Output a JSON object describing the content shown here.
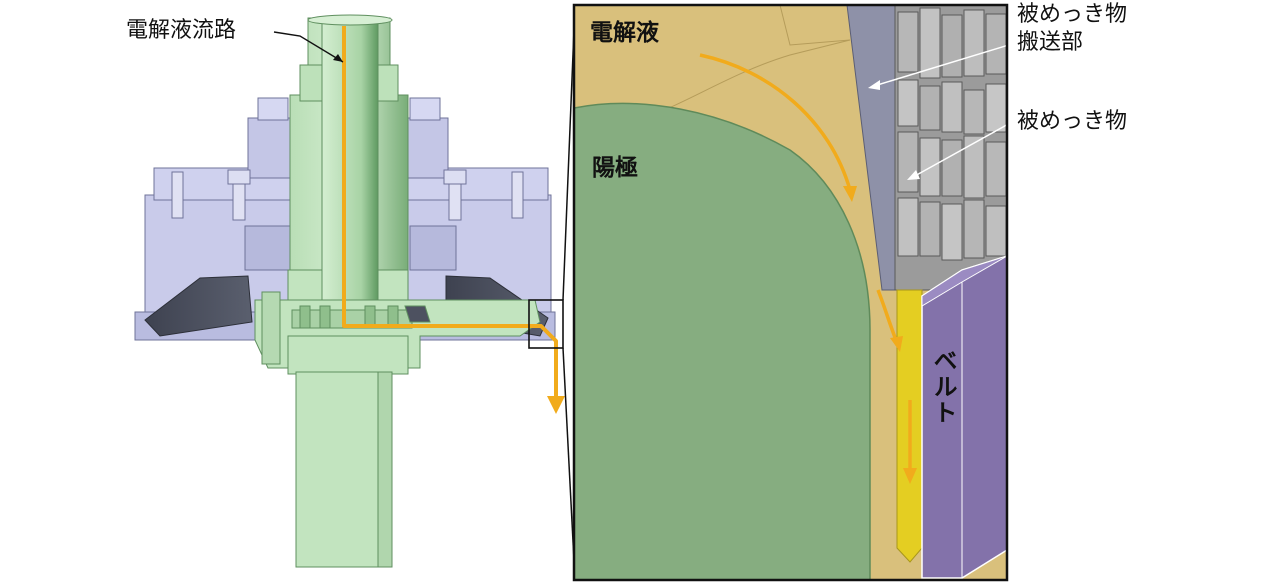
{
  "left_view": {
    "flow_path_label": "電解液流路"
  },
  "detail_view": {
    "electrolyte_label": "電解液",
    "anode_label": "陽極",
    "belt_label": "ベルト",
    "carrier_label_line1": "被めっき物",
    "carrier_label_line2": "搬送部",
    "workpiece_label": "被めっき物"
  },
  "colors": {
    "green_part": "#c2e4bf",
    "green_dark": "#8dbd8c",
    "blue_part": "#c9cbea",
    "dark_plate": "#4a4e5c",
    "flow_arrow": "#f1ab1c",
    "electrolyte": "#d9c07c",
    "anode": "#86ad80",
    "belt": "#8372aa",
    "gray_carrier": "#9a9a9a",
    "yellow_gap": "#e4ce22"
  }
}
